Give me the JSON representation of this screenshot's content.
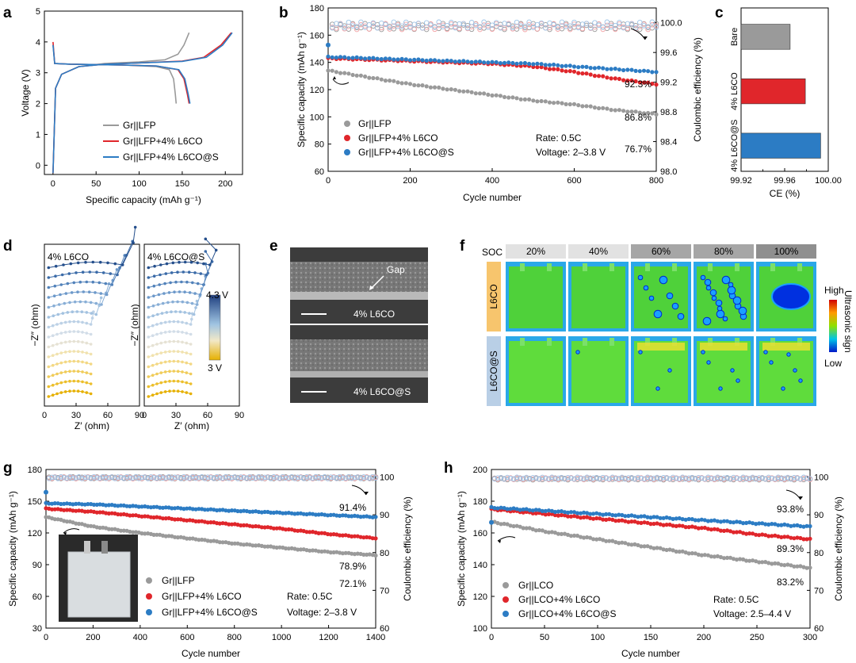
{
  "colors": {
    "gray": "#9a9a9a",
    "red": "#e0262b",
    "blue": "#2c7cc4",
    "red_light": "#f3a3a6",
    "blue_light": "#9cc3e6"
  },
  "panels": {
    "a": {
      "label": "a",
      "xlabel": "Specific capacity (mAh g⁻¹)",
      "ylabel": "Voltage (V)",
      "legend": [
        "Gr||LFP",
        "Gr||LFP+4% L6CO",
        "Gr||LFP+4% L6CO@S"
      ]
    },
    "b": {
      "label": "b",
      "xlabel": "Cycle number",
      "ylabel": "Specific capacity (mAh g⁻¹)",
      "y2label": "Coulombic efficiency (%)",
      "legend": [
        "Gr||LFP",
        "Gr||LFP+4% L6CO",
        "Gr||LFP+4% L6CO@S"
      ],
      "annotations": [
        "92.3%",
        "86.8%",
        "76.7%"
      ],
      "condition1": "Rate: 0.5C",
      "condition2": "Voltage: 2–3.8 V"
    },
    "c": {
      "label": "c",
      "xlabel": "CE (%)",
      "categories": [
        "Bare",
        "4% L6CO",
        "4% L6CO@S"
      ]
    },
    "d": {
      "label": "d",
      "title1": "4% L6CO",
      "title2": "4% L6CO@S",
      "xlabel": "Z′ (ohm)",
      "ylabel": "−Z″ (ohm)",
      "colorbar_top": "4.3 V",
      "colorbar_bottom": "3 V"
    },
    "e": {
      "label": "e",
      "gap_label": "Gap",
      "caption_top": "4% L6CO",
      "caption_bottom": "4% L6CO@S"
    },
    "f": {
      "label": "f",
      "soc_label": "SOC",
      "soc_levels": [
        "20%",
        "40%",
        "60%",
        "80%",
        "100%"
      ],
      "rows": [
        "L6CO",
        "L6CO@S"
      ],
      "colorbar_high": "High",
      "colorbar_low": "Low",
      "colorbar_title": "Ultrasonic sign"
    },
    "g": {
      "label": "g",
      "xlabel": "Cycle number",
      "ylabel": "Specific capacity (mAh g⁻¹)",
      "y2label": "Coulombic efficiency (%)",
      "legend": [
        "Gr||LFP",
        "Gr||LFP+4% L6CO",
        "Gr||LFP+4% L6CO@S"
      ],
      "annotations": [
        "91.4%",
        "78.9%",
        "72.1%"
      ],
      "condition1": "Rate: 0.5C",
      "condition2": "Voltage: 2–3.8 V"
    },
    "h": {
      "label": "h",
      "xlabel": "Cycle number",
      "ylabel": "Specific capacity (mAh g⁻¹)",
      "y2label": "Coulombic efficiency (%)",
      "legend": [
        "Gr||LCO",
        "Gr||LCO+4% L6CO",
        "Gr||LCO+4% L6CO@S"
      ],
      "annotations": [
        "93.8%",
        "89.3%",
        "83.2%"
      ],
      "condition1": "Rate: 0.5C",
      "condition2": "Voltage: 2.5–4.4 V"
    }
  },
  "chart_data": [
    {
      "id": "a",
      "type": "line",
      "xlim": [
        -10,
        220
      ],
      "ylim": [
        -0.3,
        5
      ],
      "xticks": [
        0,
        50,
        100,
        150,
        200
      ],
      "yticks": [
        0,
        1,
        2,
        3,
        4,
        5
      ],
      "series": [
        {
          "name": "Gr||LFP",
          "charge": [
            [
              0,
              -0.2
            ],
            [
              3,
              2.5
            ],
            [
              10,
              2.95
            ],
            [
              30,
              3.2
            ],
            [
              60,
              3.3
            ],
            [
              100,
              3.35
            ],
            [
              130,
              3.42
            ],
            [
              145,
              3.6
            ],
            [
              152,
              3.9
            ],
            [
              158,
              4.3
            ]
          ],
          "discharge": [
            [
              0,
              3.9
            ],
            [
              2,
              3.3
            ],
            [
              20,
              3.28
            ],
            [
              80,
              3.25
            ],
            [
              120,
              3.2
            ],
            [
              135,
              3.1
            ],
            [
              140,
              2.8
            ],
            [
              142,
              2.3
            ],
            [
              143,
              2.0
            ]
          ]
        },
        {
          "name": "Gr||LFP+4% L6CO",
          "charge": [
            [
              0,
              -0.25
            ],
            [
              3,
              2.5
            ],
            [
              10,
              2.95
            ],
            [
              30,
              3.2
            ],
            [
              60,
              3.28
            ],
            [
              100,
              3.32
            ],
            [
              150,
              3.38
            ],
            [
              175,
              3.5
            ],
            [
              195,
              3.9
            ],
            [
              207,
              4.3
            ]
          ],
          "discharge": [
            [
              0,
              4.0
            ],
            [
              2,
              3.3
            ],
            [
              20,
              3.28
            ],
            [
              80,
              3.25
            ],
            [
              120,
              3.22
            ],
            [
              145,
              3.1
            ],
            [
              152,
              2.8
            ],
            [
              156,
              2.3
            ],
            [
              158,
              2.0
            ]
          ]
        },
        {
          "name": "Gr||LFP+4% L6CO@S",
          "charge": [
            [
              0,
              -0.25
            ],
            [
              3,
              2.5
            ],
            [
              10,
              2.95
            ],
            [
              30,
              3.2
            ],
            [
              60,
              3.28
            ],
            [
              100,
              3.32
            ],
            [
              150,
              3.37
            ],
            [
              178,
              3.5
            ],
            [
              197,
              3.9
            ],
            [
              208,
              4.3
            ]
          ],
          "discharge": [
            [
              0,
              3.9
            ],
            [
              2,
              3.3
            ],
            [
              20,
              3.28
            ],
            [
              80,
              3.25
            ],
            [
              120,
              3.22
            ],
            [
              146,
              3.1
            ],
            [
              153,
              2.8
            ],
            [
              157,
              2.3
            ],
            [
              159,
              2.0
            ]
          ]
        }
      ]
    },
    {
      "id": "b",
      "type": "scatter",
      "xlim": [
        0,
        800
      ],
      "ylim": [
        60,
        180
      ],
      "y2lim": [
        98.0,
        100.2
      ],
      "xticks": [
        0,
        200,
        400,
        600,
        800
      ],
      "yticks": [
        60,
        80,
        100,
        120,
        140,
        160,
        180
      ],
      "y2ticks": [
        98.0,
        98.4,
        98.8,
        99.2,
        99.6,
        100.0
      ],
      "capacity": [
        {
          "name": "Gr||LFP",
          "x": [
            0,
            100,
            200,
            300,
            400,
            500,
            600,
            700,
            800
          ],
          "y": [
            134,
            129,
            124,
            120,
            116,
            112,
            109,
            105,
            102
          ]
        },
        {
          "name": "Gr||LFP+4% L6CO",
          "x": [
            0,
            100,
            200,
            300,
            400,
            500,
            600,
            700,
            800
          ],
          "y": [
            143,
            142,
            141,
            140,
            139,
            137,
            133,
            128,
            124
          ]
        },
        {
          "name": "Gr||LFP+4% L6CO@S",
          "x": [
            0,
            100,
            200,
            300,
            400,
            500,
            600,
            700,
            800
          ],
          "y": [
            144,
            143,
            142,
            141,
            140,
            139,
            137,
            135,
            133
          ]
        }
      ],
      "ce_mean": [
        99.95,
        99.95,
        99.97
      ]
    },
    {
      "id": "c",
      "type": "bar",
      "orientation": "horizontal",
      "categories": [
        "Bare",
        "4% L6CO",
        "4% L6CO@S"
      ],
      "values": [
        99.965,
        99.979,
        99.993
      ],
      "xlim": [
        99.92,
        100.0
      ],
      "xticks": [
        99.92,
        99.96,
        100.0
      ],
      "xticks_minor": [
        99.94,
        99.98
      ]
    },
    {
      "id": "d",
      "type": "scatter",
      "xlim": [
        0,
        90
      ],
      "xticks": [
        0,
        30,
        60,
        90
      ],
      "voltage_range": [
        3.0,
        4.3
      ],
      "curves": 14
    },
    {
      "id": "g",
      "type": "scatter",
      "xlim": [
        0,
        1400
      ],
      "ylim": [
        30,
        180
      ],
      "y2lim": [
        60,
        102
      ],
      "xticks": [
        0,
        200,
        400,
        600,
        800,
        1000,
        1200,
        1400
      ],
      "yticks": [
        30,
        60,
        90,
        120,
        150,
        180
      ],
      "y2ticks": [
        60,
        70,
        80,
        90,
        100
      ],
      "capacity": [
        {
          "name": "Gr||LFP",
          "x": [
            0,
            200,
            400,
            600,
            800,
            1000,
            1200,
            1400
          ],
          "y": [
            135,
            126,
            120,
            115,
            110,
            106,
            102,
            99
          ]
        },
        {
          "name": "Gr||LFP+4% L6CO",
          "x": [
            0,
            200,
            400,
            600,
            800,
            1000,
            1200,
            1400
          ],
          "y": [
            143,
            140,
            136,
            132,
            128,
            124,
            119,
            115
          ]
        },
        {
          "name": "Gr||LFP+4% L6CO@S",
          "x": [
            0,
            200,
            400,
            600,
            800,
            1000,
            1200,
            1400
          ],
          "y": [
            148,
            147,
            145,
            143,
            141,
            139,
            137,
            135
          ]
        }
      ],
      "ce_mean": [
        99.8,
        99.8,
        99.85
      ]
    },
    {
      "id": "h",
      "type": "scatter",
      "xlim": [
        0,
        300
      ],
      "ylim": [
        100,
        200
      ],
      "y2lim": [
        60,
        102
      ],
      "xticks": [
        0,
        50,
        100,
        150,
        200,
        250,
        300
      ],
      "yticks": [
        100,
        120,
        140,
        160,
        180,
        200
      ],
      "y2ticks": [
        60,
        70,
        80,
        90,
        100
      ],
      "capacity": [
        {
          "name": "Gr||LCO",
          "x": [
            0,
            50,
            100,
            150,
            200,
            250,
            300
          ],
          "y": [
            167,
            161,
            156,
            151,
            146,
            142,
            138
          ]
        },
        {
          "name": "Gr||LCO+4% L6CO",
          "x": [
            0,
            50,
            100,
            150,
            200,
            250,
            300
          ],
          "y": [
            175,
            172,
            169,
            166,
            163,
            159,
            156
          ]
        },
        {
          "name": "Gr||LCO+4% L6CO@S",
          "x": [
            0,
            50,
            100,
            150,
            200,
            250,
            300
          ],
          "y": [
            176,
            174,
            172,
            170,
            168,
            166,
            164
          ]
        }
      ],
      "ce_mean": [
        99.5,
        99.6,
        99.7
      ]
    }
  ]
}
